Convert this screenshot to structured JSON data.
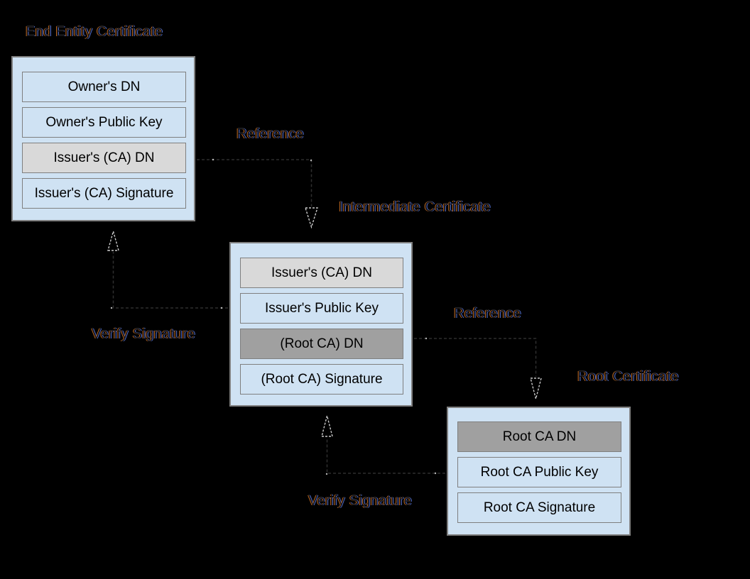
{
  "diagram": {
    "background_color": "#000000",
    "colors": {
      "box_fill": "#cfe2f3",
      "row_blue": "#cfe2f3",
      "row_light_gray": "#d9d9d9",
      "row_dark_gray": "#a0a0a0",
      "border_gray": "#7f7f7f",
      "row_text": "#000000"
    },
    "certificates": [
      {
        "id": "end-entity",
        "title": "End Entity Certificate",
        "rows": [
          {
            "label": "Owner's DN",
            "fill": "blue"
          },
          {
            "label": "Owner's Public Key",
            "fill": "blue"
          },
          {
            "label": "Issuer's (CA) DN",
            "fill": "light-gray"
          },
          {
            "label": "Issuer's (CA) Signature",
            "fill": "blue"
          }
        ]
      },
      {
        "id": "intermediate",
        "title": "Intermediate Certificate",
        "rows": [
          {
            "label": "Issuer's (CA) DN",
            "fill": "light-gray"
          },
          {
            "label": "Issuer's Public Key",
            "fill": "blue"
          },
          {
            "label": "(Root CA) DN",
            "fill": "dark-gray"
          },
          {
            "label": "(Root CA) Signature",
            "fill": "blue"
          }
        ]
      },
      {
        "id": "root",
        "title": "Root Certificate",
        "rows": [
          {
            "label": "Root CA DN",
            "fill": "dark-gray"
          },
          {
            "label": "Root CA Public Key",
            "fill": "blue"
          },
          {
            "label": "Root CA Signature",
            "fill": "blue"
          }
        ]
      }
    ],
    "edges": [
      {
        "label": "Reference",
        "from": "end-entity",
        "to": "intermediate",
        "style": "dashed",
        "arrowhead": "hollow-triangle-down"
      },
      {
        "label": "Verify Signature",
        "from": "intermediate",
        "to": "end-entity",
        "style": "dashed",
        "arrowhead": "hollow-triangle-up"
      },
      {
        "label": "Reference",
        "from": "intermediate",
        "to": "root",
        "style": "dashed",
        "arrowhead": "hollow-triangle-down"
      },
      {
        "label": "Verify Signature",
        "from": "root",
        "to": "intermediate",
        "style": "dashed",
        "arrowhead": "hollow-triangle-up"
      }
    ]
  }
}
